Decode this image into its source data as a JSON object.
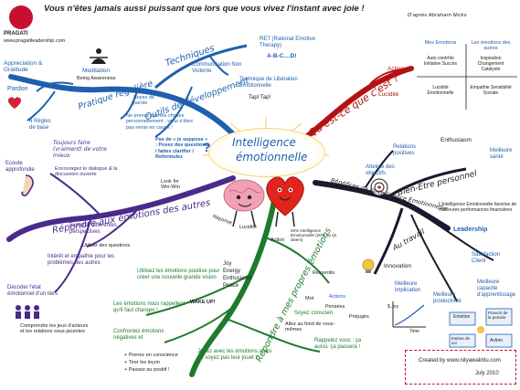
{
  "title": "Vous n'êtes jamais aussi puissant que lors que vous vivez l'instant avec joie !",
  "attribution": "D'après Abraham Nicks",
  "logo": {
    "name": "PRAGATI",
    "url": "www.pragatileadership.com"
  },
  "center": {
    "line1": "Intelligence",
    "line2": "émotionnelle"
  },
  "branches": {
    "techniques": "Techniques",
    "outils": "Outils de développement",
    "pratique": "Pratique régulière",
    "quest": "Qu'est-ce que c'est ?",
    "repondre_autres": "Répondre aux émotions des autres",
    "repondre_propres": "Répondre à mes propres émotions",
    "benefices": "Bénéfices de l'Intelligence Emotionnelle",
    "bien_etre": "Bien-Etre personnel",
    "au_travail": "Au travail"
  },
  "techniques_items": {
    "appreciation": "Appreciation & Gratitude",
    "meditation": "Meditation",
    "being_aware": "Being Awareness",
    "pardon": "Pardon",
    "regles": "4 Règles de base",
    "cnv": "Communication Non Violente",
    "ret": "RET (Rational Emotive Therapy)",
    "abcd": "A-B-C....D!",
    "tlec": "Technique de Libération Emotionnelle",
    "tap": "Tap! Tap!",
    "soyez": "Soyez de parole",
    "ne_prenez": "Ne prenez pas les choses personnellement : vous n'êtes pas remis en cause !",
    "pas_de_suppose": "Pas de « je suppose » : Posez des questions / faites clarifier / Reformulez",
    "look_for": "Look for Win-Win"
  },
  "quest_items": {
    "action": "Action",
    "lucidite": "Lucidité",
    "grid_h1": "Mes Emotions",
    "grid_h2": "Les émotions des autres",
    "grid_c1": "Auto contrôle Initiative Succès",
    "grid_c2": "Inspiration Changement Catalyste",
    "grid_c3": "Lucidité Emotionnelle",
    "grid_c4": "Empathie Sensibilité Sociale"
  },
  "autres_items": {
    "toujours": "Toujours faire (vraiment) de votre mieux",
    "ecoute": "Ecoute approfondie",
    "encourager": "Encouragez le dialogue & la discussion ouverte",
    "explorer": "Explorer différentes perspectives",
    "utiliser": "Utiliser des questions",
    "interet": "Intérêt et empathie pour les problèmes des autres",
    "decoder": "Décoder l'état émotionnel d'un tiers",
    "jeux": "Comprendre les jeux d'acteurs et les relations sous-jacentes"
  },
  "propres_items": {
    "utilisez": "Utilisez les émotions positive pour créer une nouvelle grande vision",
    "joy": "Joy",
    "energy": "Energy",
    "enthusiasm": "Enthusiasm",
    "peace": "Peace",
    "emotions_rappellent": "Les émotions nous rappellent qu'il faut changer !",
    "confrontez": "Confrontez émotions négatives et",
    "wake_up": "WAKE UP!",
    "prenez": "+ Prenez en conscience",
    "tirer": "+ Tirer les leçon",
    "passez": "+ Passez au positif !",
    "jouez": "Jouez avec les émotions, mais ne soyez pas leur jouet !",
    "soyez_conscien": "Soyez conscien",
    "allez": "Allez au fond de vous-mêmes",
    "ressentis": "Ressentis",
    "mot": "Mot",
    "actions": "Actions",
    "pensees": "Pensées",
    "prejuges": "Préjugés",
    "rappelez": "Rappelez vous : ça aussi, ça passera !"
  },
  "reponse_labels": {
    "reponse": "Réponse",
    "lucidite": "Lucidité",
    "action": "Action",
    "pct": "20% Intelligence Emotionnelle (20% du QI divers)"
  },
  "benefices_items": {
    "relations": "Relations positives",
    "atteinte": "Atteinte des objectifs",
    "enthusiasm": "Enthusiasm",
    "meilleure_sante": "Meilleure santé",
    "ie_favorise": "L'Intelligence Emotionnelle favorise de meilleures performances financières",
    "leadership": "Leadership",
    "satisfaction": "Satisfaction Client",
    "innovation": "Innovation",
    "meilleure_implication": "Meilleure implication",
    "meilleure_productivite": "Meilleure productivité",
    "meilleure_capacite": "Meilleure capacité d'apprentissage",
    "s_joy": "$ Joy",
    "time": "Time",
    "box_emotion": "Emotion",
    "box_pouvoir": "Pouvoir de la pensée",
    "box_estime": "Estime de soi",
    "box_action": "Action"
  },
  "credit": {
    "line1": "Created by www.nityawakhlu.com",
    "line2": "July 2010"
  },
  "colors": {
    "blue": "#1f5fae",
    "purple": "#4a2a8a",
    "green": "#1f7a2e",
    "red": "#b31313",
    "dark": "#1a1a2e",
    "accent_red": "#c8102e"
  }
}
